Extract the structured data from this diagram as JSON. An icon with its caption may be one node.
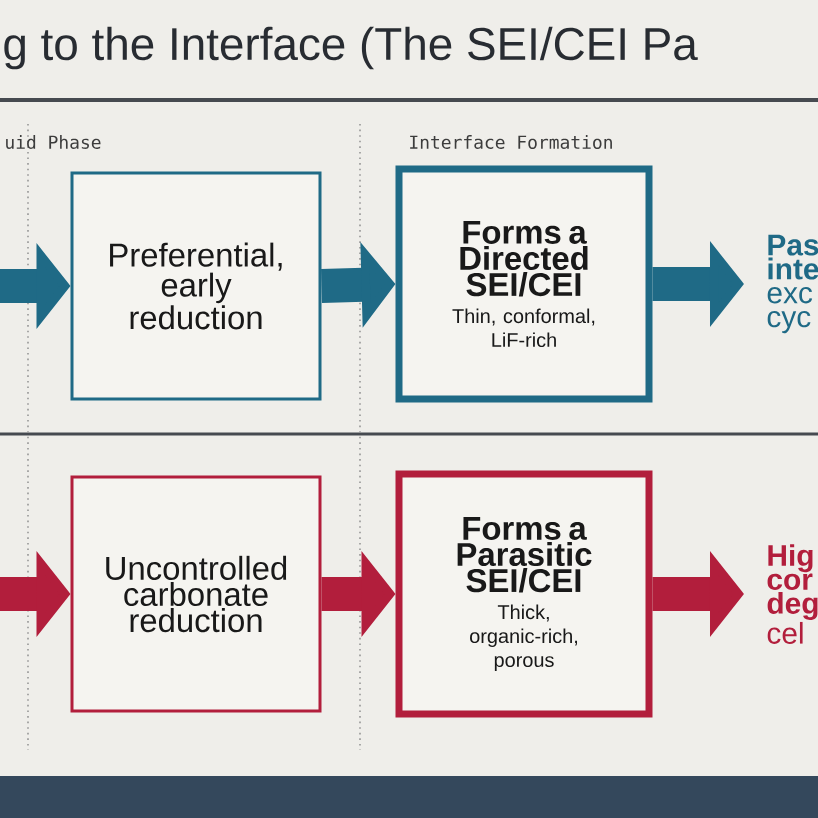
{
  "diagram": {
    "title": "g to the Interface (The SEI/CEI Pa",
    "nodes": [
      {
        "text": [
          "Preferential, early reduction"
        ]
      },
      {
        "text": [
          "Forms a Directed SEI/CEI",
          "Thin, conformal, LiF-rich"
        ]
      },
      {
        "text": [
          "Pas inte",
          "exc cyc"
        ]
      },
      {
        "text": [
          "Uncontrolled carbonate reduction"
        ]
      },
      {
        "text": [
          "Forms a Parasitic SEI/CEI",
          "Thick, organic-rich, porous"
        ]
      },
      {
        "text": [
          "Hig cor deg",
          "cel"
        ]
      }
    ],
    "edges": [
      {
        "from": null,
        "to": 0,
        "arrow": "to",
        "color": "#1f6a86"
      },
      {
        "from": 0,
        "to": 1,
        "arrow": "to",
        "color": "#1f6a86"
      },
      {
        "from": 1,
        "to": 2,
        "arrow": "to",
        "color": "#1f6a86"
      },
      {
        "from": null,
        "to": 3,
        "arrow": "to",
        "color": "#b21e3c"
      },
      {
        "from": 3,
        "to": 4,
        "arrow": "to",
        "color": "#b21e3c"
      },
      {
        "from": 4,
        "to": 5,
        "arrow": "to",
        "color": "#b21e3c"
      }
    ],
    "labels": [
      "uid Phase",
      "Interface Formation"
    ]
  }
}
